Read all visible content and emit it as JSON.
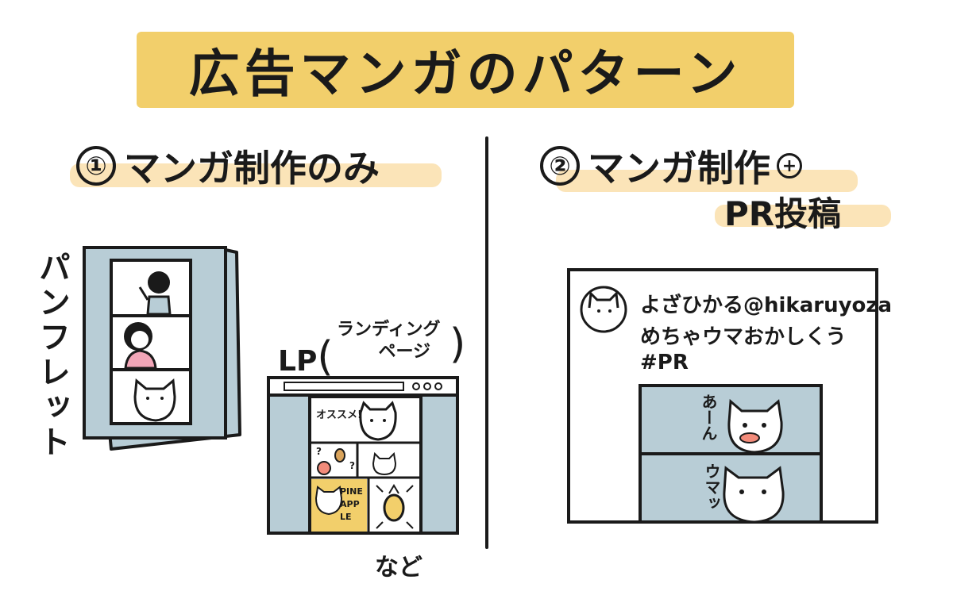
{
  "title": "広告マンガのパターン",
  "left": {
    "number": "①",
    "heading": "マンガ制作のみ",
    "pamphlet_label": "パンフレット",
    "lp_label": "LP",
    "lp_paren_open": "(",
    "lp_paren_close": ")",
    "lp_sub_line1": "ランディング",
    "lp_sub_line2": "ページ",
    "lp_speech": "オススメ!",
    "lp_question_1": "?",
    "lp_question_2": "?",
    "pineapple_text": "PINE APP LE",
    "footer": "など"
  },
  "right": {
    "number": "②",
    "heading_line1": "マンガ制作",
    "plus": "+",
    "heading_line2": "PR投稿",
    "tweet_handle": "よざひかる@hikaruyoza",
    "tweet_text": "めちゃウマおかしくう",
    "tweet_tag": "#PR",
    "sfx_1": "あーん",
    "sfx_2": "ウマッ"
  },
  "colors": {
    "title_bg": "#f2cf6b",
    "highlight": "#fbe4b8",
    "panel_blue": "#b8cdd6",
    "pink": "#f2a6b8",
    "yellow": "#f2cf6b",
    "ink": "#1a1a1a"
  }
}
